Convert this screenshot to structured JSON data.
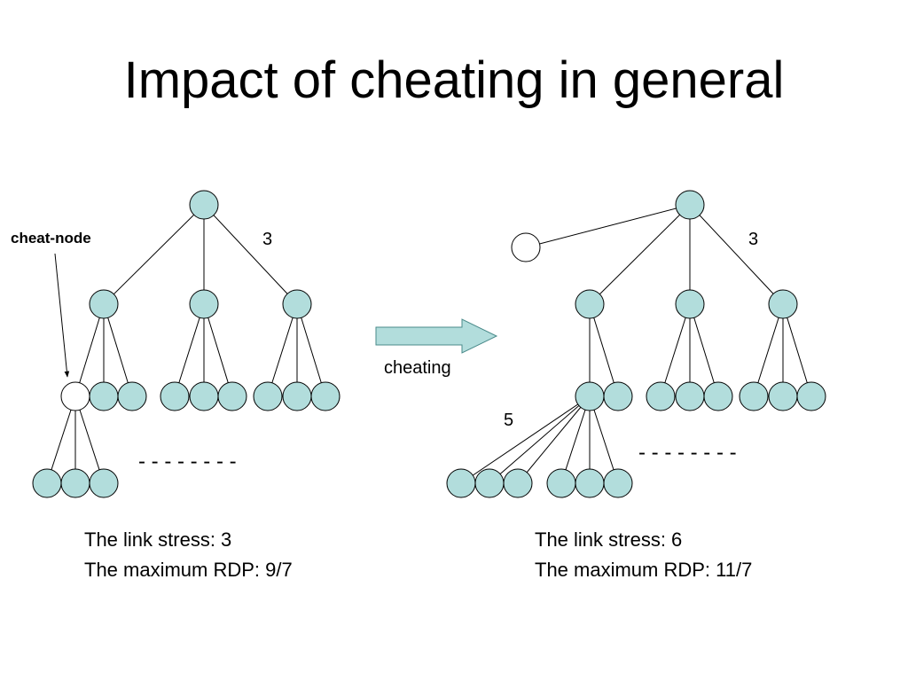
{
  "title": "Impact of cheating in general",
  "colors": {
    "node_fill": "#b2dddc",
    "cheat_node_fill": "#ffffff",
    "arrow_fill": "#b2dddc",
    "stroke": "#000000"
  },
  "left_tree": {
    "cheat_node_label": "cheat-node",
    "edge_count_label": "3",
    "ellipsis": "- - - - - - - -",
    "caption": {
      "link_stress": "The link stress: 3",
      "max_rdp": "The maximum RDP: 9/7"
    }
  },
  "transition": {
    "label": "cheating"
  },
  "right_tree": {
    "edge_count_label": "3",
    "fanout_label": "5",
    "ellipsis": "- - - - - - - -",
    "caption": {
      "link_stress": "The link stress: 6",
      "max_rdp": "The maximum RDP: 11/7"
    }
  }
}
